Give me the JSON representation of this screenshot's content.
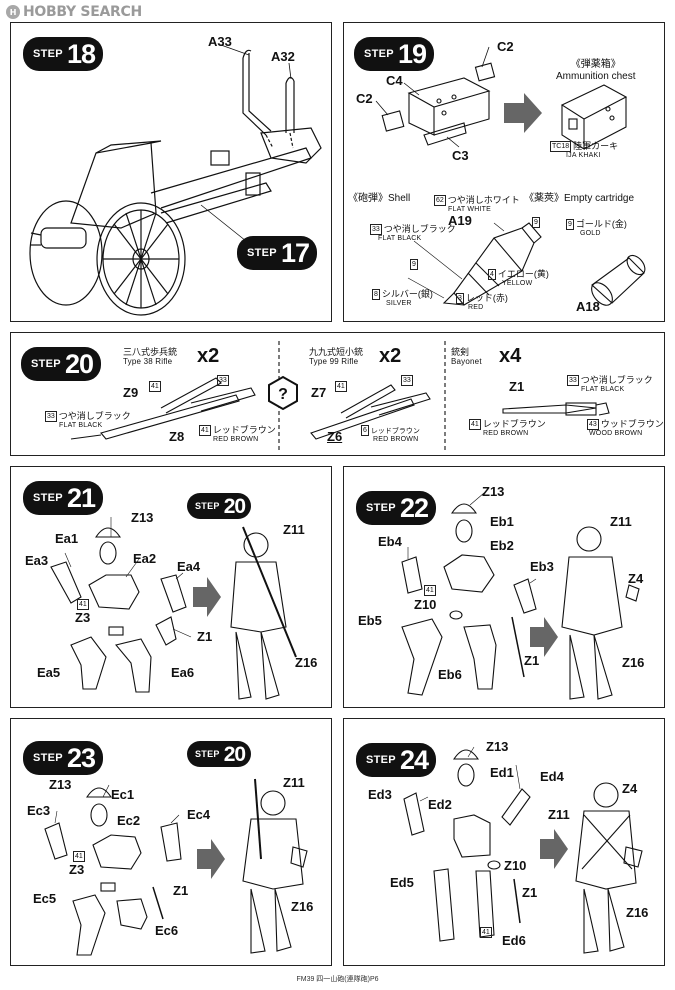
{
  "watermark": {
    "logo": "H",
    "text": "HOBBY SEARCH"
  },
  "step_word": "STEP",
  "steps": {
    "s18": {
      "number": "18",
      "ref": "17",
      "parts": [
        "A33",
        "A32"
      ]
    },
    "s19": {
      "number": "19",
      "parts": [
        "C2",
        "C4",
        "C2",
        "C3",
        "A19",
        "A18"
      ],
      "ammo_jp": "《弾薬箱》",
      "ammo_en": "Ammunition chest",
      "ijakhaki_num": "TC18",
      "ijakhaki_jp": "陸軍カーキ",
      "ijakhaki_en": "IJA KHAKI",
      "shell_jp": "《砲弾》",
      "shell_en": "Shell",
      "cart_jp": "《薬莢》",
      "cart_en": "Empty cartridge",
      "flatwhite_num": "62",
      "flatwhite_jp": "つや消しホワイト",
      "flatwhite_en": "FLAT WHITE",
      "flatblack_num": "33",
      "flatblack_jp": "つや消しブラック",
      "flatblack_en": "FLAT BLACK",
      "n9a": "9",
      "n9b": "9",
      "yellow_num": "4",
      "yellow_jp": "イエロー(黄)",
      "yellow_en": "YELLOW",
      "silver_num": "8",
      "silver_jp": "シルバー(銀)",
      "silver_en": "SILVER",
      "red_num": "3",
      "red_jp": "レッド(赤)",
      "red_en": "RED",
      "gold_num": "9",
      "gold_jp": "ゴールド(金)",
      "gold_en": "GOLD"
    },
    "s20": {
      "number": "20",
      "rifle38_jp": "三八式歩兵銃",
      "rifle38_en": "Type 38 Rifle",
      "rifle99_jp": "九九式短小銃",
      "rifle99_en": "Type 99 Rifle",
      "bayonet_jp": "銃剣",
      "bayonet_en": "Bayonet",
      "x2a": "x2",
      "x2b": "x2",
      "x4": "x4",
      "z9": "Z9",
      "z8": "Z8",
      "z7": "Z7",
      "z6": "Z6",
      "z1": "Z1",
      "n33a": "33",
      "n41a": "41",
      "n33b": "33",
      "n41b": "41",
      "n6": "6",
      "flatblack_num": "33",
      "flatblack_jp": "つや消しブラック",
      "flatblack_en": "FLAT BLACK",
      "redbrown_num": "41",
      "redbrown_jp": "レッドブラウン",
      "redbrown_en": "RED BROWN",
      "redbrown2_num": "6",
      "redbrown2_jp": "レッドブラウン",
      "redbrown2_en": "RED BROWN",
      "bay_fb_num": "33",
      "bay_fb_jp": "つや消しブラック",
      "bay_fb_en": "FLAT BLACK",
      "bay_rb_num": "41",
      "bay_rb_jp": "レッドブラウン",
      "bay_rb_en": "RED BROWN",
      "bay_wb_num": "43",
      "bay_wb_jp": "ウッドブラウン",
      "bay_wb_en": "WOOD BROWN"
    },
    "s21": {
      "number": "21",
      "ref": "20",
      "parts": [
        "Z13",
        "Ea1",
        "Ea2",
        "Ea3",
        "Ea4",
        "Z3",
        "Z1",
        "Ea5",
        "Ea6",
        "Z11",
        "Z16"
      ],
      "n41": "41"
    },
    "s22": {
      "number": "22",
      "parts": [
        "Z13",
        "Eb1",
        "Eb4",
        "Eb2",
        "Eb3",
        "Z10",
        "Eb5",
        "Eb6",
        "Z1",
        "Z11",
        "Z4",
        "Z16"
      ],
      "n41": "41"
    },
    "s23": {
      "number": "23",
      "ref": "20",
      "parts": [
        "Z13",
        "Ec1",
        "Ec3",
        "Ec2",
        "Ec4",
        "Z3",
        "Z1",
        "Ec5",
        "Ec6",
        "Z11",
        "Z16"
      ],
      "n41": "41"
    },
    "s24": {
      "number": "24",
      "parts": [
        "Z13",
        "Ed1",
        "Ed4",
        "Ed3",
        "Ed2",
        "Z10",
        "Ed5",
        "Z1",
        "Ed6",
        "Z11",
        "Z4",
        "Z16"
      ],
      "n41": "41"
    }
  },
  "footer": "FM39 四一山砲(連隊砲)P6",
  "colors": {
    "ink": "#111111",
    "gray": "#9a9a9a",
    "arrow": "#666666"
  }
}
